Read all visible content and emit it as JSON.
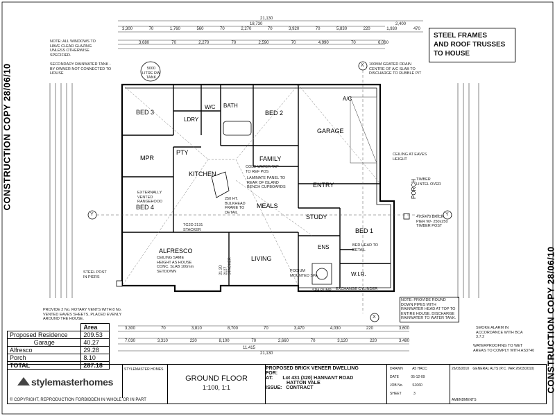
{
  "stamps": {
    "left": "CONSTRUCTION COPY 28/06/10",
    "right": "CONSTRUCTION COPY 28/06/10"
  },
  "title_box": {
    "line1": "STEEL FRAMES",
    "line2": "AND ROOF TRUSSES",
    "line3": "TO HOUSE"
  },
  "top_dims": {
    "overall": "21,130",
    "inner": "18,730",
    "right": "2,400",
    "row1": [
      "3,300",
      "70",
      "1,760",
      "560",
      "70",
      "2,270",
      "70",
      "3,920",
      "70",
      "5,830",
      "220",
      "1,930",
      "470"
    ],
    "row2": [
      "3,680",
      "70",
      "2,270",
      "70",
      "2,590",
      "70",
      "4,990",
      "70",
      "6,060"
    ]
  },
  "bottom_dims": {
    "row1": [
      "3,300",
      "70",
      "3,810",
      "8,700",
      "70",
      "3,470",
      "4,030",
      "220",
      "3,600"
    ],
    "row2": [
      "7,030",
      "3,310",
      "220",
      "8,100",
      "70",
      "2,660",
      "70",
      "3,120",
      "220",
      "3,480"
    ],
    "overall": "11,415",
    "total": "21,130"
  },
  "notes": {
    "windows": "NOTE: ALL WINDOWS TO HAVE CLEAR GLAZING UNLESS OTHERWISE SPECIFIED.",
    "rainwater": "SECONDARY RAINWATER TANK - BY OWNER NOT CONNECTED TO HOUSE",
    "tank": "5000 LITRE RW TANK",
    "grated_drain": "100MM GRATED DRAIN CENTRE OF A/C SLAB TO DISCHARGE TO RUBBLE PIT",
    "steel_post": "STEEL POST IN PIERS",
    "vents": "PROVIDE 2 No. ROTARY VENTS WITH 8 No. VENTED EAVES SHEETS, PLACED EVENLY AROUND THE HOUSE.",
    "downpipes": "NOTE: PROVIDE ROUND DOWN PIPES WITH RAINWATER HEAD AT TOP TO ENTIRE HOUSE. DISCHARGE RAINWATER TO WATER TANK.",
    "smoke": "SMOKE ALARM IN ACCORDANCE WITH BCA 3.7.2",
    "waterproofing": "WATERPROOFING TO WET AREAS TO COMPLY WITH AS3740",
    "ceiling_eaves": "CEILING AT EAVES HEIGHT",
    "timber_lintel": "TIMBER LINTEL OVER",
    "timber_post": "470x470 BRICK PIER W/- 250x250 TIMBER POST",
    "bulkhead": "250 HT. BULKHEAD FRAME TO DETAIL",
    "cold_water": "COLD WATER TAP TO REF POS",
    "laminate": "LAMINATE PANEL TO REAR OF ISLAND BENCH CUPBOARDS",
    "alfresco_ceiling": "CEILING SAME HEIGHT AS HOUSE CONC. SLAB 100mm SETDOWN",
    "bed_head": "BED HEAD TO DETAIL",
    "podium": "PODIUM MOUNTED SPA",
    "spa_pump": "SPA PUMP",
    "ext_vented": "EXTERNALLY VENTED RANGEHOOD",
    "stacker1": "TG2D 2131 STACKER",
    "stacker2": "21.2D 2127 STACKER",
    "exchange": "EXCHANGE CYLINDER"
  },
  "rooms": {
    "bed3": "BED 3",
    "ldry": "LDRY",
    "wc": "W/C",
    "bath": "BATH",
    "bed2": "BED 2",
    "garage": "GARAGE",
    "mpr": "MPR",
    "pty": "PTY",
    "family": "FAMILY",
    "kitchen": "KITCHEN",
    "entry": "ENTRY",
    "porch": "PORCH",
    "bed4": "BED 4",
    "meals": "MEALS",
    "study": "STUDY",
    "bed1": "BED 1",
    "alfresco": "ALFRESCO",
    "living": "LIVING",
    "ens": "ENS",
    "wir": "W.I.R.",
    "ac": "A/C"
  },
  "area_table": {
    "header": "Area",
    "rows": [
      {
        "label": "Proposed Residence",
        "value": "209.53"
      },
      {
        "label": "Garage",
        "value": "40.27"
      },
      {
        "label": "Alfresco",
        "value": "29.28"
      },
      {
        "label": "Porch",
        "value": "8.10"
      },
      {
        "label": "TOTAL",
        "value": "287.18"
      }
    ]
  },
  "title_block": {
    "brand": "stylemasterhomes",
    "company": "STYLEMASTER HOMES",
    "copyright": "© COPYRIGHT, REPRODUCTION FORBIDDEN IN WHOLE OR IN PART",
    "sheet_title": "GROUND FLOOR",
    "scale": "1:100, 1:1",
    "project": "PROPOSED BRICK VENEER DWELLING",
    "for_label": "FOR:",
    "at_label": "AT:",
    "address1": "Lot 431 (#20) HANNANT ROAD",
    "address2": "HATTON VALE",
    "issue_label": "ISSUE:",
    "issue": "CONTRACT",
    "drawn_label": "DRAWN",
    "drawn": "A5 HACC",
    "date_label": "DATE",
    "date": "05-12-09",
    "job_label": "JOB No.",
    "job": "S1060",
    "sheet_label": "SHEET",
    "sheet": "3",
    "amend_date": "26/03/2010",
    "amend_text": "GENERAL ALTS (P.C. VAR 26/03/2010)",
    "amendments_label": "AMENDMENTS"
  },
  "markers": {
    "x": "X",
    "y": "Y"
  }
}
